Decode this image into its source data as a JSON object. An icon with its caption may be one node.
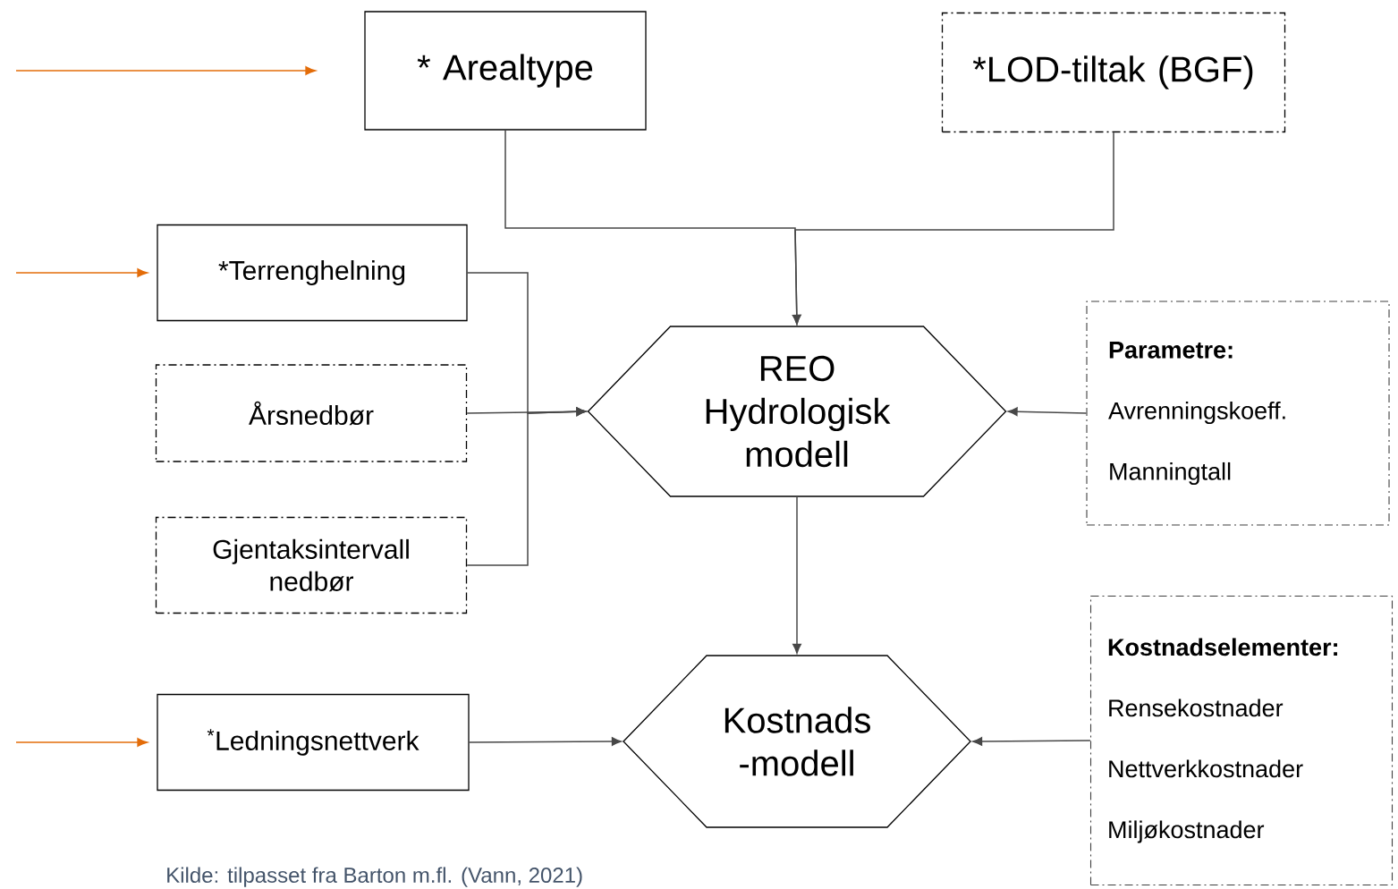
{
  "diagram": {
    "caption": "Kilde: tilpasset fra Barton m.fl. (Vann, 2021)",
    "nodes": [
      {
        "text": [
          "* Arealtype"
        ]
      },
      {
        "text": [
          "*LOD-tiltak (BGF)"
        ]
      },
      {
        "text": [
          "*Terrenghelning"
        ]
      },
      {
        "text": [
          "Årsnedbør"
        ]
      },
      {
        "text": [
          "Gjentaksintervall nedbør"
        ]
      },
      {
        "text": [
          "REO Hydrologisk modell"
        ]
      },
      {
        "text": [
          "Parametre:",
          "Avrenningskoeff.",
          "Manningtall"
        ]
      },
      {
        "text": [
          "$^{*}$Ledningsnettverk"
        ]
      },
      {
        "text": [
          "Kostnads -modell"
        ]
      },
      {
        "text": [
          "Kostnadselementer:",
          "Rensekostnader",
          "Nettverkkostnader",
          "Miljøkostnader"
        ]
      }
    ],
    "edges": [
      {
        "from": 0,
        "to": 5,
        "arrow": "to"
      },
      {
        "from": 1,
        "to": 5,
        "arrow": "to"
      },
      {
        "from": 2,
        "to": 5,
        "arrow": "to"
      },
      {
        "from": 3,
        "to": 5,
        "arrow": "to"
      },
      {
        "from": 4,
        "to": 5,
        "arrow": "to"
      },
      {
        "from": 6,
        "to": 5,
        "arrow": "to"
      },
      {
        "from": 5,
        "to": 8,
        "arrow": "to"
      },
      {
        "from": 7,
        "to": 8,
        "arrow": "to"
      },
      {
        "from": 9,
        "to": 8,
        "arrow": "to"
      },
      {
        "from": null,
        "to": 0,
        "arrow": "to",
        "color": "#e36c09"
      },
      {
        "from": null,
        "to": 2,
        "arrow": "to",
        "color": "#e36c09"
      },
      {
        "from": null,
        "to": 7,
        "arrow": "to",
        "color": "#e36c09"
      }
    ]
  }
}
